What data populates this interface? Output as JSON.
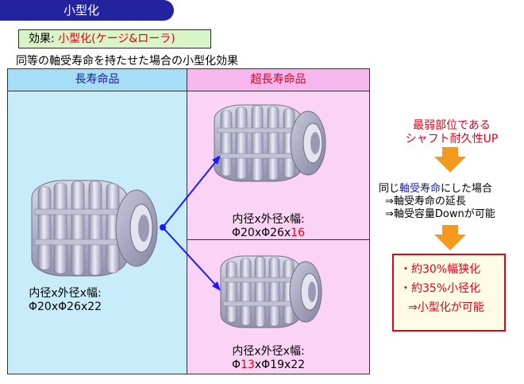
{
  "header": {
    "title": "小型化"
  },
  "effect": {
    "prefix": "効果: ",
    "value": "小型化(ケージ&ローラ)"
  },
  "subtitle": "同等の軸受寿命を持たせた場合の小型化効果",
  "panel": {
    "left_header": "長寿命品",
    "right_header": "超長寿命品",
    "left_label": {
      "line1": "内径x外径x幅:",
      "line2": "Φ20xΦ26x22"
    },
    "upper_label": {
      "line1": "内径x外径x幅:",
      "line2_a": "Φ20xΦ26x",
      "line2_b": "16"
    },
    "lower_label": {
      "line1": "内径x外径x幅:",
      "line2_a": "Φ",
      "line2_b": "13",
      "line2_c": "xΦ19x22"
    }
  },
  "flow": {
    "weakest_line1": "最弱部位である",
    "weakest_line2": "シャフト耐久性UP",
    "same_prefix": "同じ",
    "same_highlight": "軸受寿命",
    "same_suffix": "にした場合",
    "line2": "⇒軸受寿命の延長",
    "line3": "⇒軸受容量Downが可能"
  },
  "result": {
    "item1": "・約30%幅狭化",
    "item2": "・約35%小径化",
    "item3": "⇒小型化が可能"
  },
  "colors": {
    "navy": "#2323a0",
    "red": "#e0001a",
    "blue": "#1a1aa8",
    "orange": "#f39a1e",
    "light_blue": "#c9ecfb",
    "pink": "#fbd3f6",
    "light_green": "#d9f5c8"
  }
}
